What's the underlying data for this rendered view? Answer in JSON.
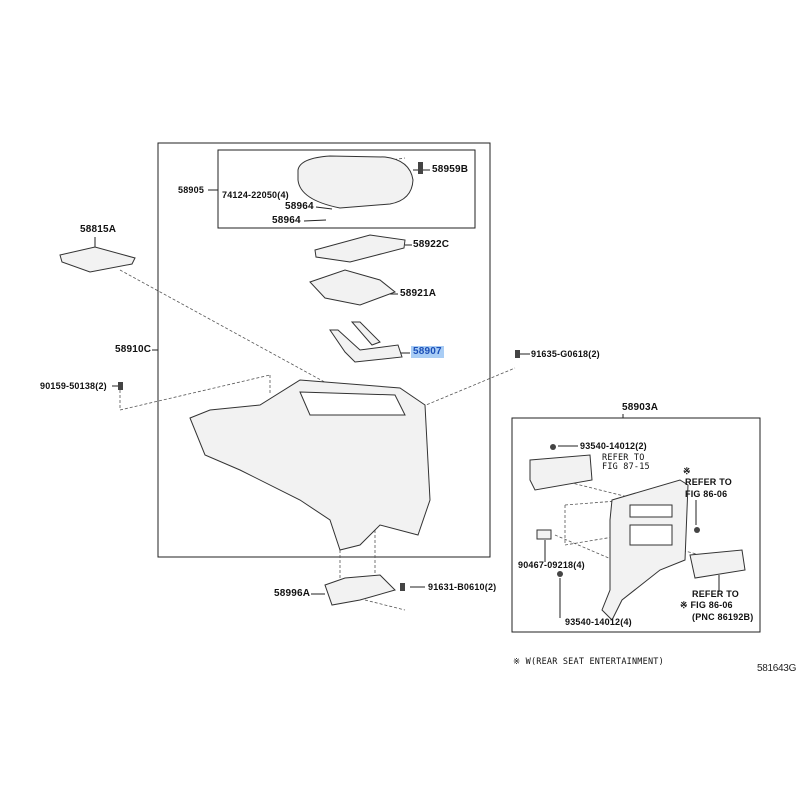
{
  "diagram": {
    "callouts": {
      "assy_lid": "58905",
      "clip_lid": "74124-22050(4)",
      "bolt_lid": "58959B",
      "hinge_a": "58964",
      "hinge_b": "58964",
      "mat": "58815A",
      "tray_cover": "58922C",
      "tray": "58921A",
      "console_box": "58910C",
      "hinge_bracket": "58907",
      "screw_right": "91635-G0618(2)",
      "screw_left": "90159-50138(2)",
      "rear_panel_assy": "58903A",
      "screw_panel_top": "93540-14012(2)",
      "refer_top_1": "REFER TO",
      "refer_top_2": "FIG 87-15",
      "mark_right": "※",
      "refer_right_1": "REFER TO",
      "refer_right_2": "FIG 86-06",
      "clip_panel": "90467-09218(4)",
      "refer_bottom_1": "REFER TO",
      "refer_bottom_2": "※ FIG  86-06",
      "refer_bottom_3": "(PNC 86192B)",
      "screw_panel_bottom": "93540-14012(4)",
      "bracket": "58996A",
      "bolt_bracket": "91631-B0610(2)"
    },
    "footnote": "※  W(REAR SEAT ENTERTAINMENT)",
    "figure_code": "581643G",
    "highlight_color": "#a9cdf5"
  }
}
